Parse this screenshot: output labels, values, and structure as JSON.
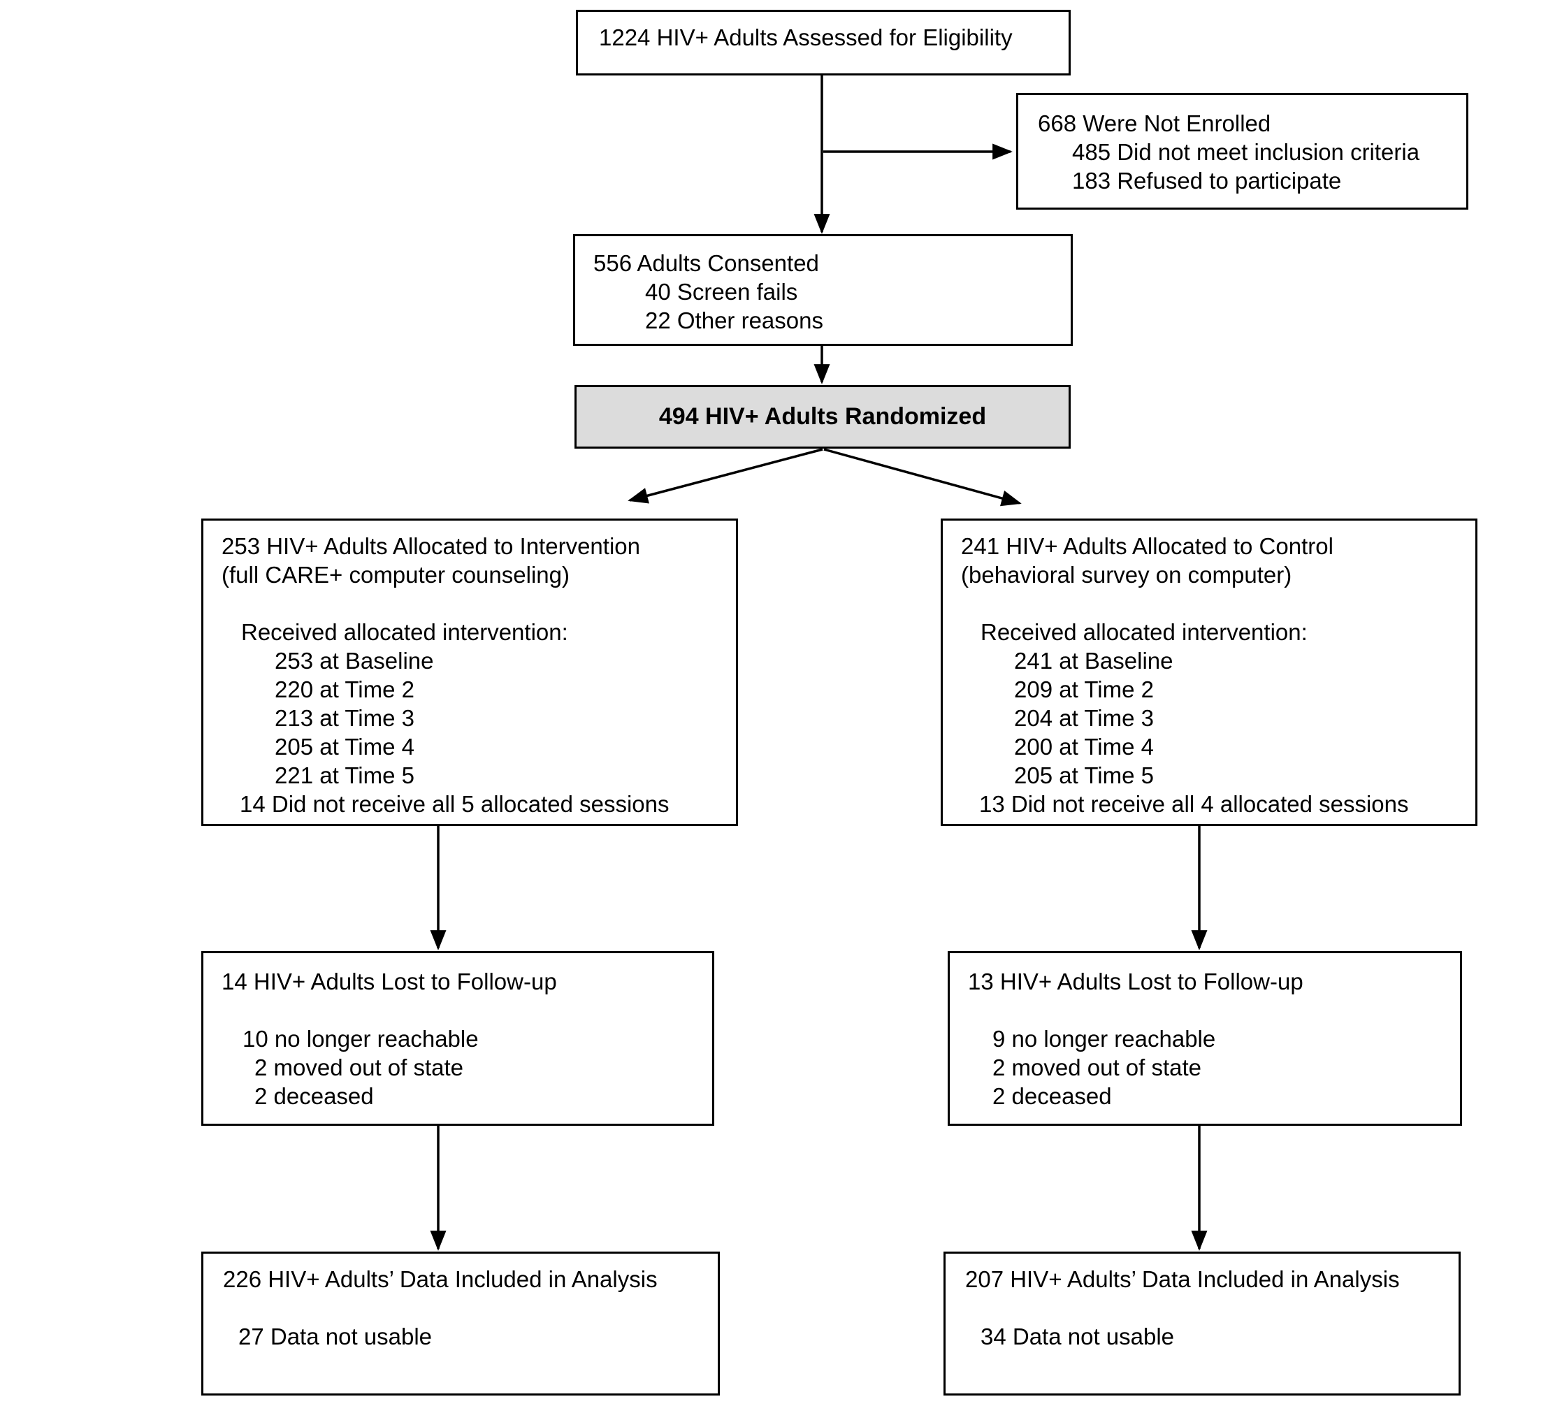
{
  "colors": {
    "box_border": "#000000",
    "randomized_fill": "#dcdcdc",
    "arrow": "#000000",
    "text": "#000000",
    "background": "#ffffff"
  },
  "boxes": {
    "eligibility": {
      "lines": [
        "1224 HIV+ Adults Assessed for Eligibility"
      ]
    },
    "not_enrolled": {
      "lines": [
        "668 Were Not Enrolled",
        "485 Did not meet inclusion criteria",
        "183 Refused to participate"
      ]
    },
    "consented": {
      "lines": [
        "556 Adults Consented",
        "40 Screen fails",
        "22 Other reasons"
      ]
    },
    "randomized": {
      "lines": [
        "494 HIV+ Adults Randomized"
      ]
    },
    "intervention": {
      "lines": [
        "253 HIV+ Adults Allocated to Intervention",
        "(full CARE+ computer counseling)",
        "",
        "Received allocated intervention:",
        "253 at Baseline",
        "220 at Time 2",
        "213 at Time 3",
        "205 at Time 4",
        "221 at Time 5",
        "14 Did not receive all 5 allocated sessions"
      ]
    },
    "control": {
      "lines": [
        "241 HIV+ Adults Allocated to Control",
        "(behavioral survey on computer)",
        "",
        "Received allocated intervention:",
        "241 at Baseline",
        "209 at Time 2",
        "204 at Time 3",
        "200 at Time 4",
        "205 at Time 5",
        "13 Did not receive all 4 allocated sessions"
      ]
    },
    "intervention_lost": {
      "lines": [
        "14 HIV+ Adults Lost to Follow-up",
        "",
        "10 no longer reachable",
        "2 moved out of state",
        "2 deceased"
      ]
    },
    "control_lost": {
      "lines": [
        "13 HIV+ Adults Lost to Follow-up",
        "",
        "9 no longer reachable",
        "2 moved out of state",
        "2 deceased"
      ]
    },
    "intervention_analysis": {
      "lines": [
        "226 HIV+ Adults’ Data Included in Analysis",
        "",
        "27 Data not usable"
      ]
    },
    "control_analysis": {
      "lines": [
        "207 HIV+ Adults’ Data Included in Analysis",
        "",
        "34 Data not usable"
      ]
    }
  }
}
